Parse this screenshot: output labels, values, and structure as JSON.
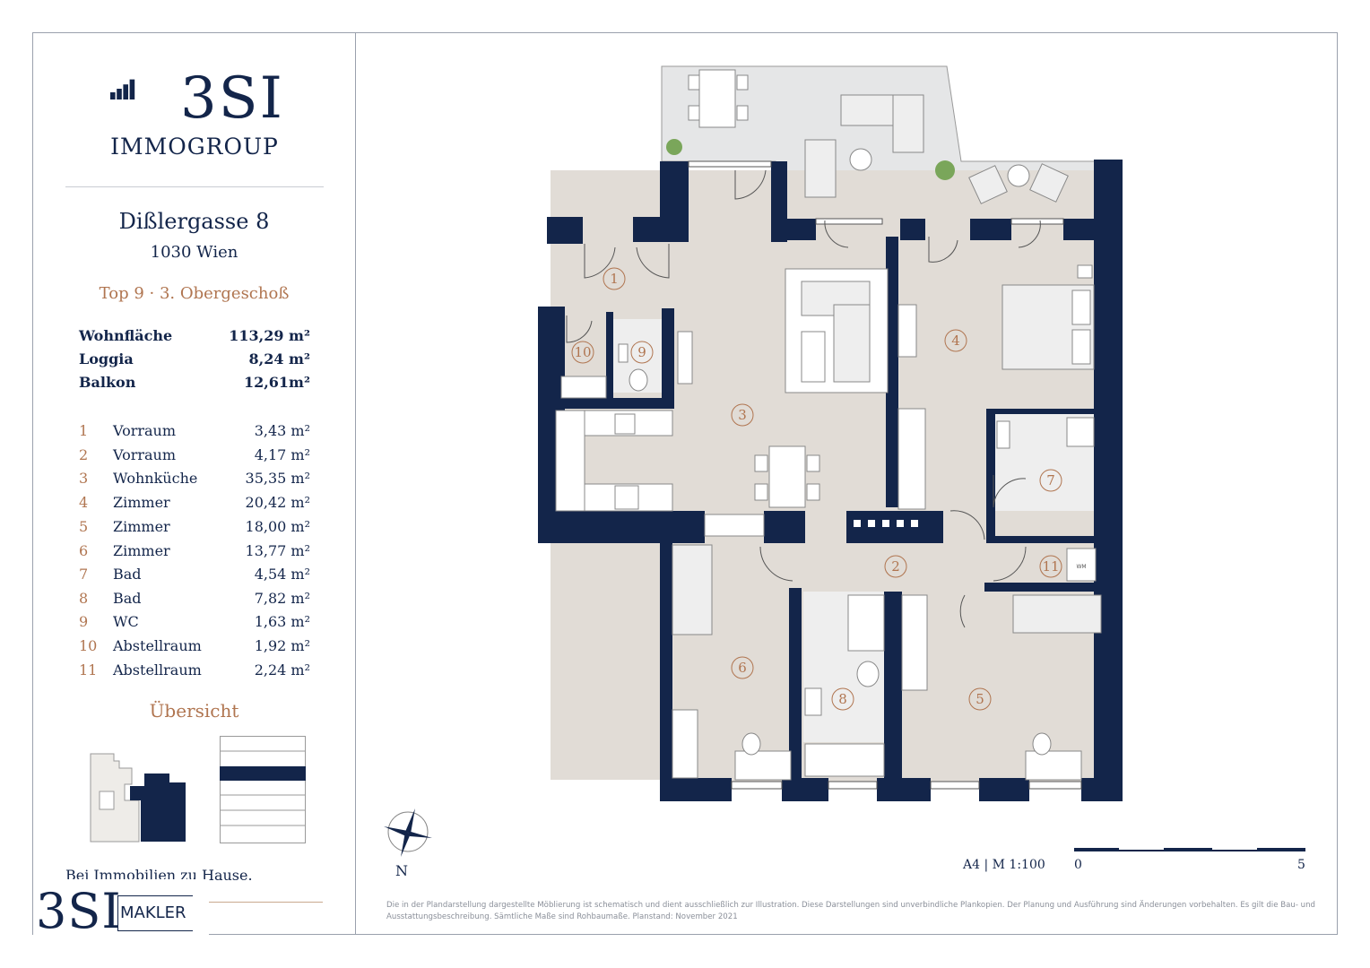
{
  "brand": {
    "logo_text": "3SI",
    "logo_sub": "IMMOGROUP"
  },
  "address": {
    "street": "Dißlergasse 8",
    "city": "1030 Wien"
  },
  "unit": "Top 9 · 3. Obergeschoß",
  "areas": [
    {
      "label": "Wohnfläche",
      "value": "113,29 m²"
    },
    {
      "label": "Loggia",
      "value": "8,24 m²"
    },
    {
      "label": "Balkon",
      "value": "12,61m²"
    }
  ],
  "rooms": [
    {
      "num": "1",
      "name": "Vorraum",
      "area": "3,43 m²"
    },
    {
      "num": "2",
      "name": "Vorraum",
      "area": "4,17 m²"
    },
    {
      "num": "3",
      "name": "Wohnküche",
      "area": "35,35 m²"
    },
    {
      "num": "4",
      "name": "Zimmer",
      "area": "20,42 m²"
    },
    {
      "num": "5",
      "name": "Zimmer",
      "area": "18,00 m²"
    },
    {
      "num": "6",
      "name": "Zimmer",
      "area": "13,77 m²"
    },
    {
      "num": "7",
      "name": "Bad",
      "area": "4,54 m²"
    },
    {
      "num": "8",
      "name": "Bad",
      "area": "7,82 m²"
    },
    {
      "num": "9",
      "name": "WC",
      "area": "1,63 m²"
    },
    {
      "num": "10",
      "name": "Abstellraum",
      "area": "1,92 m²"
    },
    {
      "num": "11",
      "name": "Abstellraum",
      "area": "2,24 m²"
    }
  ],
  "overview_title": "Übersicht",
  "slogan": "Bei Immobilien zu Hause.",
  "maker": {
    "logo": "3SI",
    "word": "MAKLER"
  },
  "plan": {
    "north": "N",
    "wm": "WM"
  },
  "scale": {
    "label": "A4 | M 1:100",
    "start": "0",
    "end": "5"
  },
  "disclaimer": "Die in der Plandarstellung dargestellte Möblierung ist schematisch und dient ausschließlich zur Illustration. Diese Darstellungen sind unverbindliche Plankopien. Der Planung und Ausführung sind Änderungen vorbehalten. Es gilt die Bau- und Ausstattungsbeschreibung. Sämtliche Maße sind Rohbaumaße. Planstand: November 2021",
  "colors": {
    "navy": "#13254a",
    "accent": "#b07550",
    "floor": "#e1dcd6",
    "terrace": "#e5e6e7"
  }
}
